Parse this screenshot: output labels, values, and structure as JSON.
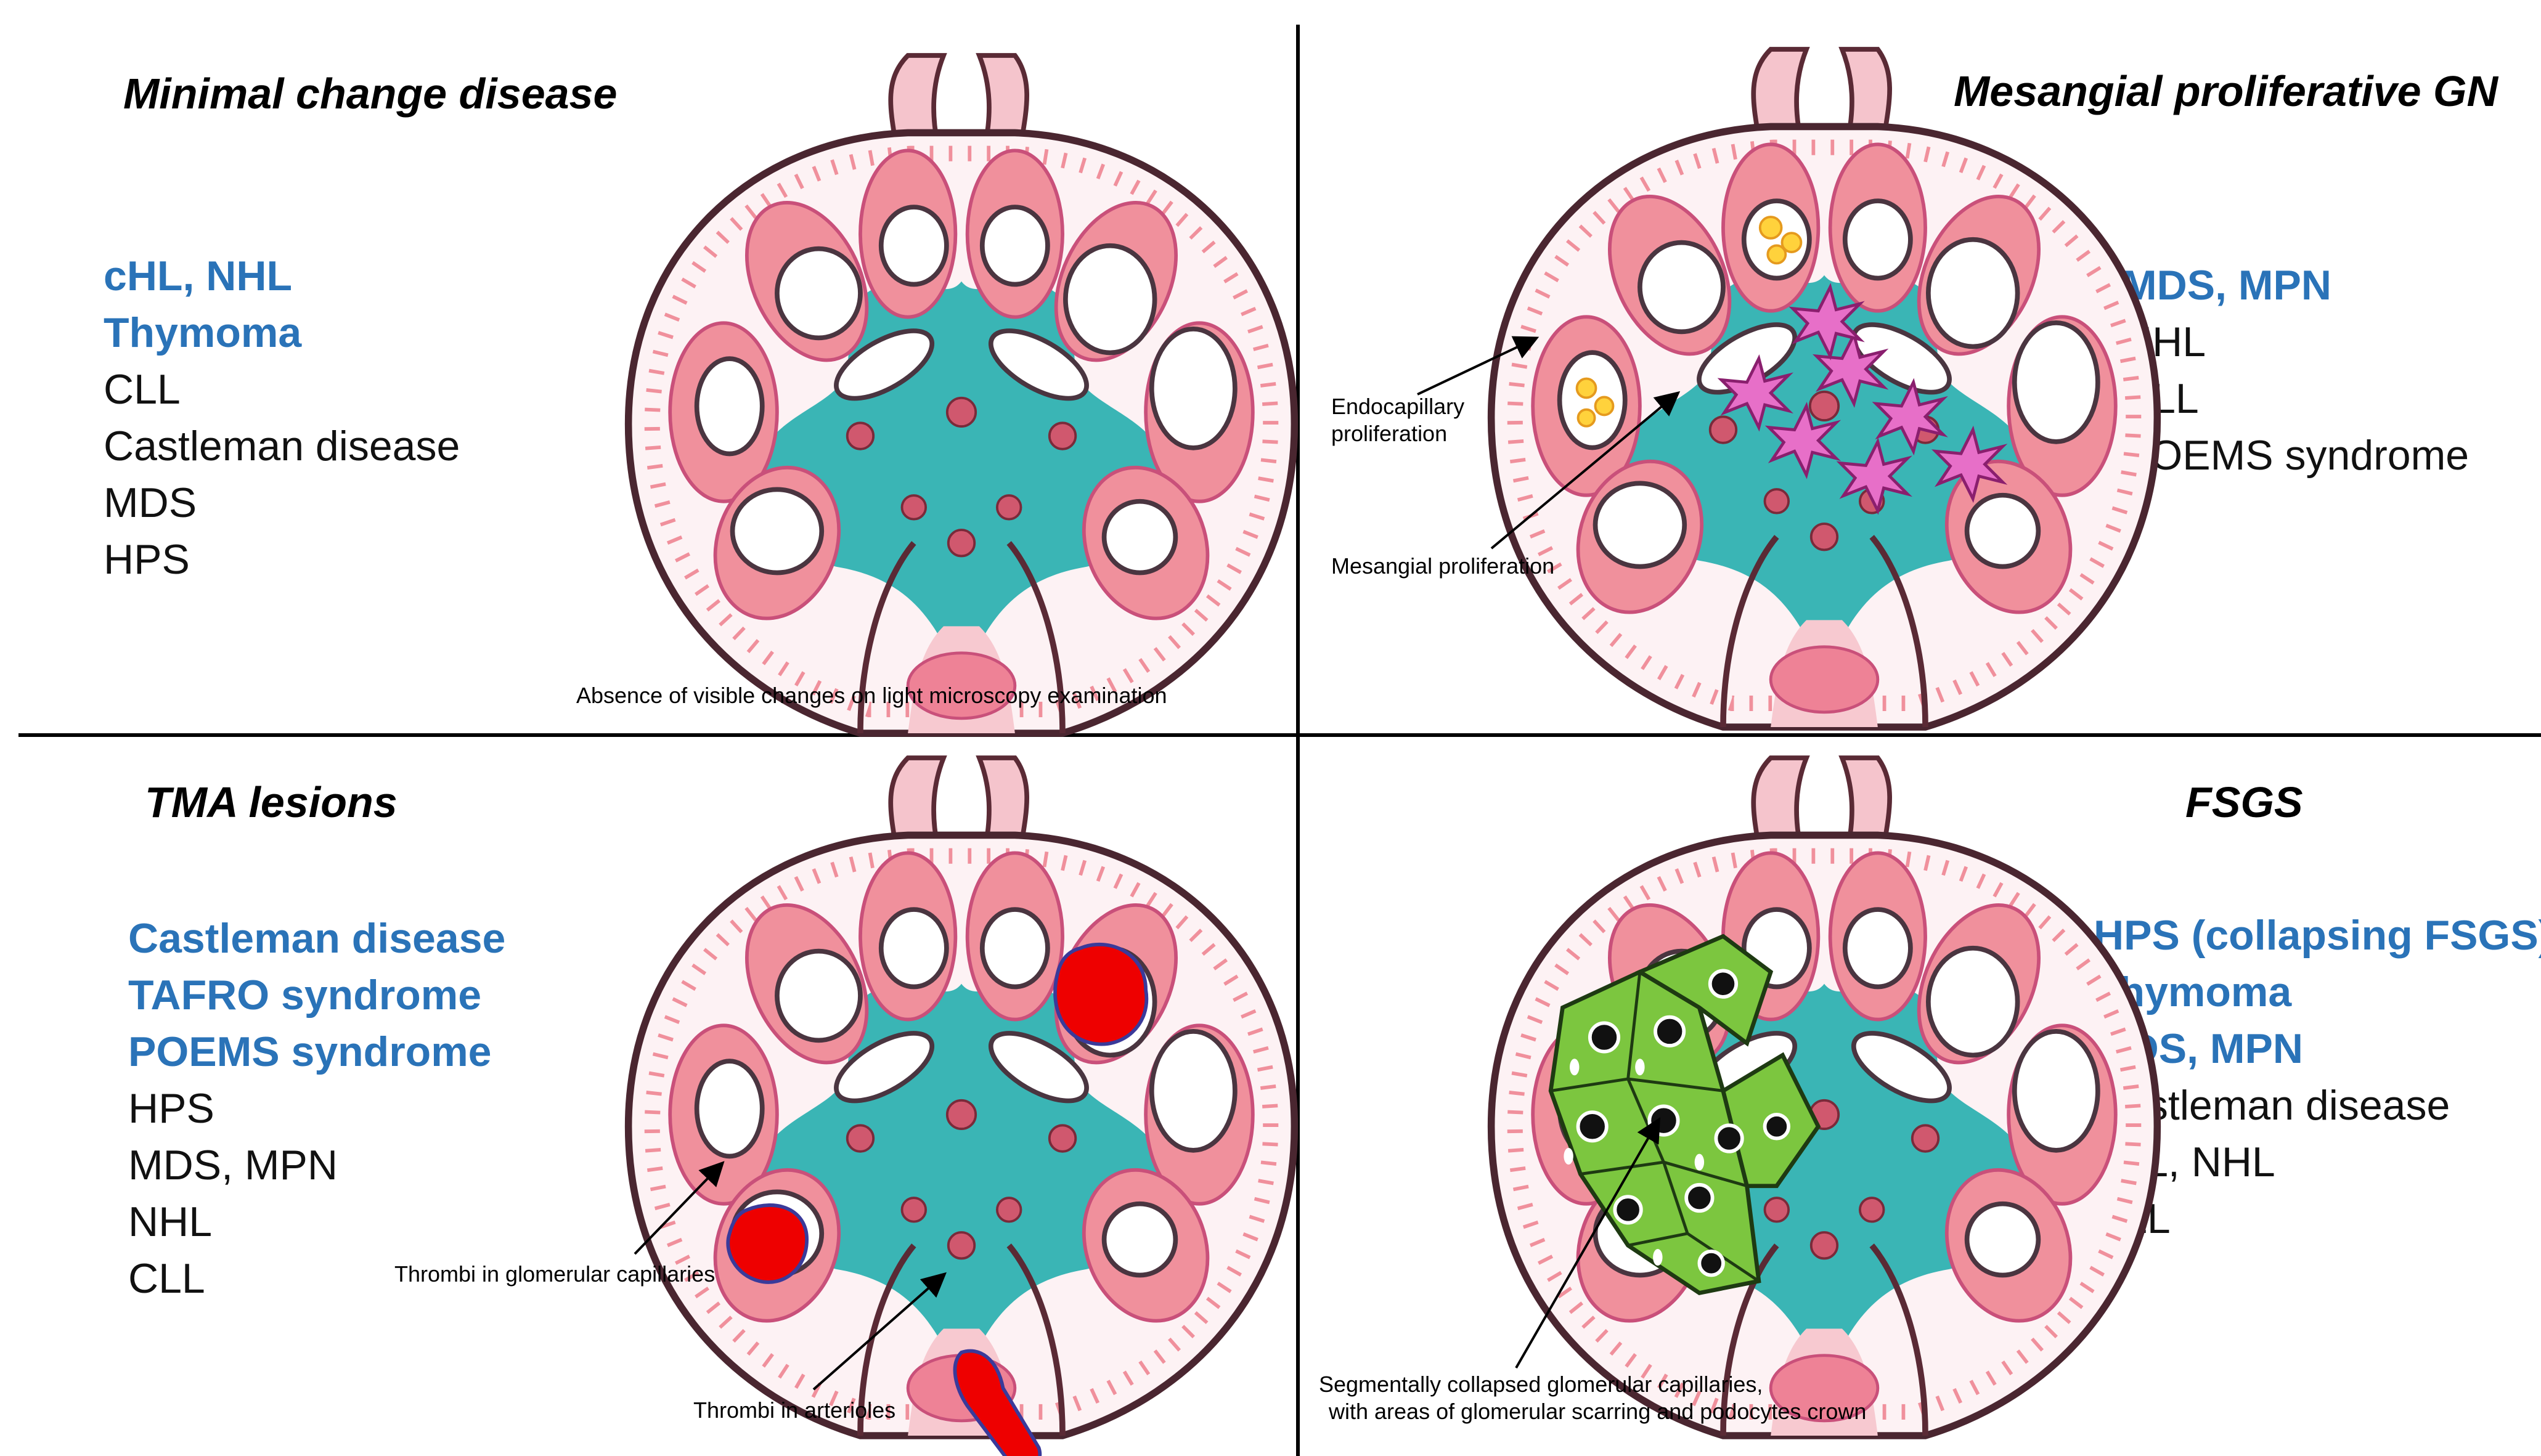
{
  "panels": [
    {
      "id": "mcd",
      "title": "Minimal change disease",
      "items": [
        {
          "text": "cHL, NHL",
          "highlight": true
        },
        {
          "text": "Thymoma",
          "highlight": true
        },
        {
          "text": "CLL",
          "highlight": false
        },
        {
          "text": "Castleman disease",
          "highlight": false
        },
        {
          "text": "MDS",
          "highlight": false
        },
        {
          "text": "HPS",
          "highlight": false
        }
      ],
      "captions": [
        "Absence of visible changes on light microscopy examination"
      ]
    },
    {
      "id": "mesangial",
      "title": "Mesangial proliferative GN",
      "items": [
        {
          "text": "MDS, MPN",
          "highlight": true
        },
        {
          "text": "NHL",
          "highlight": false
        },
        {
          "text": "CLL",
          "highlight": false
        },
        {
          "text": "POEMS syndrome",
          "highlight": false
        }
      ],
      "captions": [
        "Endocapillary",
        "proliferation",
        "Mesangial proliferation"
      ]
    },
    {
      "id": "tma",
      "title": "TMA lesions",
      "items": [
        {
          "text": "Castleman disease",
          "highlight": true
        },
        {
          "text": "TAFRO syndrome",
          "highlight": true
        },
        {
          "text": "POEMS syndrome",
          "highlight": true
        },
        {
          "text": "HPS",
          "highlight": false
        },
        {
          "text": "MDS, MPN",
          "highlight": false
        },
        {
          "text": "NHL",
          "highlight": false
        },
        {
          "text": "CLL",
          "highlight": false
        }
      ],
      "captions": [
        "Thrombi in glomerular capillaries",
        "Thrombi in arterioles"
      ]
    },
    {
      "id": "fsgs",
      "title": "FSGS",
      "items": [
        {
          "text": "HPS (collapsing FSGS)",
          "highlight": true
        },
        {
          "text": "Thymoma",
          "highlight": true
        },
        {
          "text": "MDS, MPN",
          "highlight": true
        },
        {
          "text": "Castleman disease",
          "highlight": false
        },
        {
          "text": "cHL, NHL",
          "highlight": false
        },
        {
          "text": "CLL",
          "highlight": false
        }
      ],
      "captions": [
        "Segmentally collapsed glomerular capillaries,",
        "with areas of glomerular scarring and podocytes crown"
      ]
    }
  ],
  "colors": {
    "highlight_text": "#2a73b8",
    "mesangium": "#3ab5b5",
    "epithelium": "#f0909c",
    "thrombus": "#ee0000",
    "podocyte": "#7cc63f",
    "proliferation_cell": "#e76fc8"
  }
}
